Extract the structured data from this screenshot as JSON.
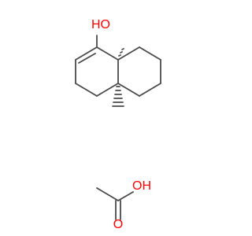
{
  "diagram": {
    "bond_color": "#4a4a4a",
    "oxygen_color": "#ff0000",
    "labels": {
      "hydroxyl_top": "HO",
      "acid_hydroxyl": "OH",
      "acid_carbonyl": "O"
    }
  }
}
